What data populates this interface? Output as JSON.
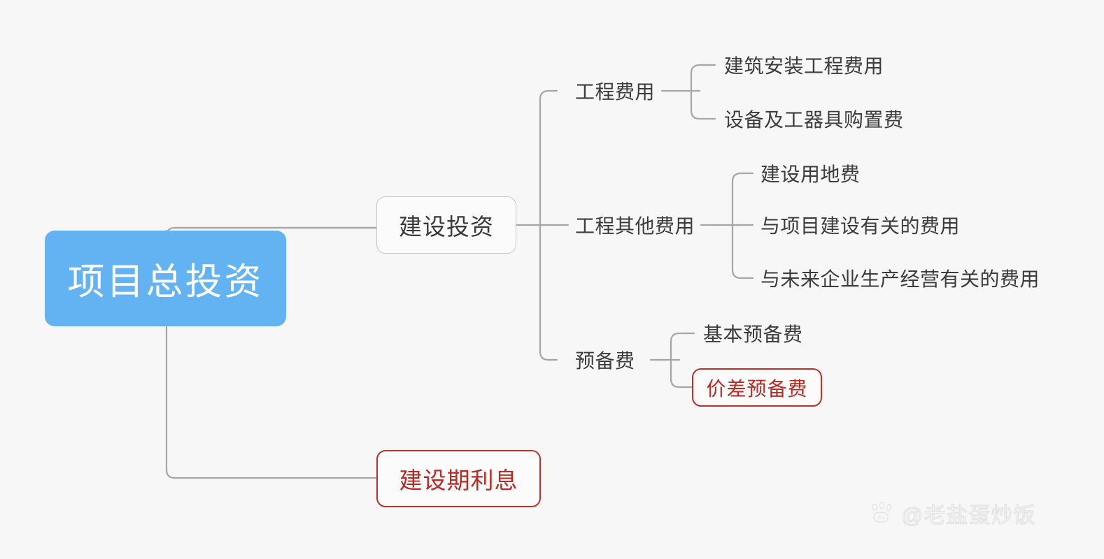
{
  "diagram": {
    "type": "mindmap",
    "title": "项目总投资",
    "background_color": "#f7f7f7",
    "root_color": "#63b3f2",
    "accent_red": "#bb2a22",
    "text_color": "#3c3c3c",
    "connector_color": "#a6a6a6"
  },
  "nodes": {
    "root": {
      "label": "项目总投资",
      "style": "filled-blue"
    },
    "jianshetouzi": {
      "label": "建设投资",
      "style": "card-grey"
    },
    "jianshequlixi": {
      "label": "建设期利息",
      "style": "card-red"
    },
    "gongchengfeiyong": {
      "label": "工程费用",
      "style": "plain"
    },
    "gongchengqitafeiyong": {
      "label": "工程其他费用",
      "style": "plain"
    },
    "yubeifei": {
      "label": "预备费",
      "style": "plain"
    },
    "jianzhuanzhuang": {
      "label": "建筑安装工程费用",
      "style": "plain"
    },
    "shebeiji": {
      "label": "设备及工器具购置费",
      "style": "plain"
    },
    "jiansheyongdi": {
      "label": "建设用地费",
      "style": "plain"
    },
    "yuxiangmu": {
      "label": "与项目建设有关的费用",
      "style": "plain"
    },
    "yuweilai": {
      "label": "与未来企业生产经营有关的费用",
      "style": "plain"
    },
    "jibenyubeifei": {
      "label": "基本预备费",
      "style": "plain"
    },
    "jiachayubeifei": {
      "label": "价差预备费",
      "style": "card-red"
    }
  },
  "hierarchy": [
    {
      "label": "项目总投资",
      "children": [
        {
          "label": "建设投资",
          "children": [
            {
              "label": "工程费用",
              "children": [
                {
                  "label": "建筑安装工程费用"
                },
                {
                  "label": "设备及工器具购置费"
                }
              ]
            },
            {
              "label": "工程其他费用",
              "children": [
                {
                  "label": "建设用地费"
                },
                {
                  "label": "与项目建设有关的费用"
                },
                {
                  "label": "与未来企业生产经营有关的费用"
                }
              ]
            },
            {
              "label": "预备费",
              "children": [
                {
                  "label": "基本预备费"
                },
                {
                  "label": "价差预备费"
                }
              ]
            }
          ]
        },
        {
          "label": "建设期利息"
        }
      ]
    }
  ],
  "watermark": {
    "handle": "@老盐蛋炒饭",
    "logo": "baidu-paw-icon"
  }
}
